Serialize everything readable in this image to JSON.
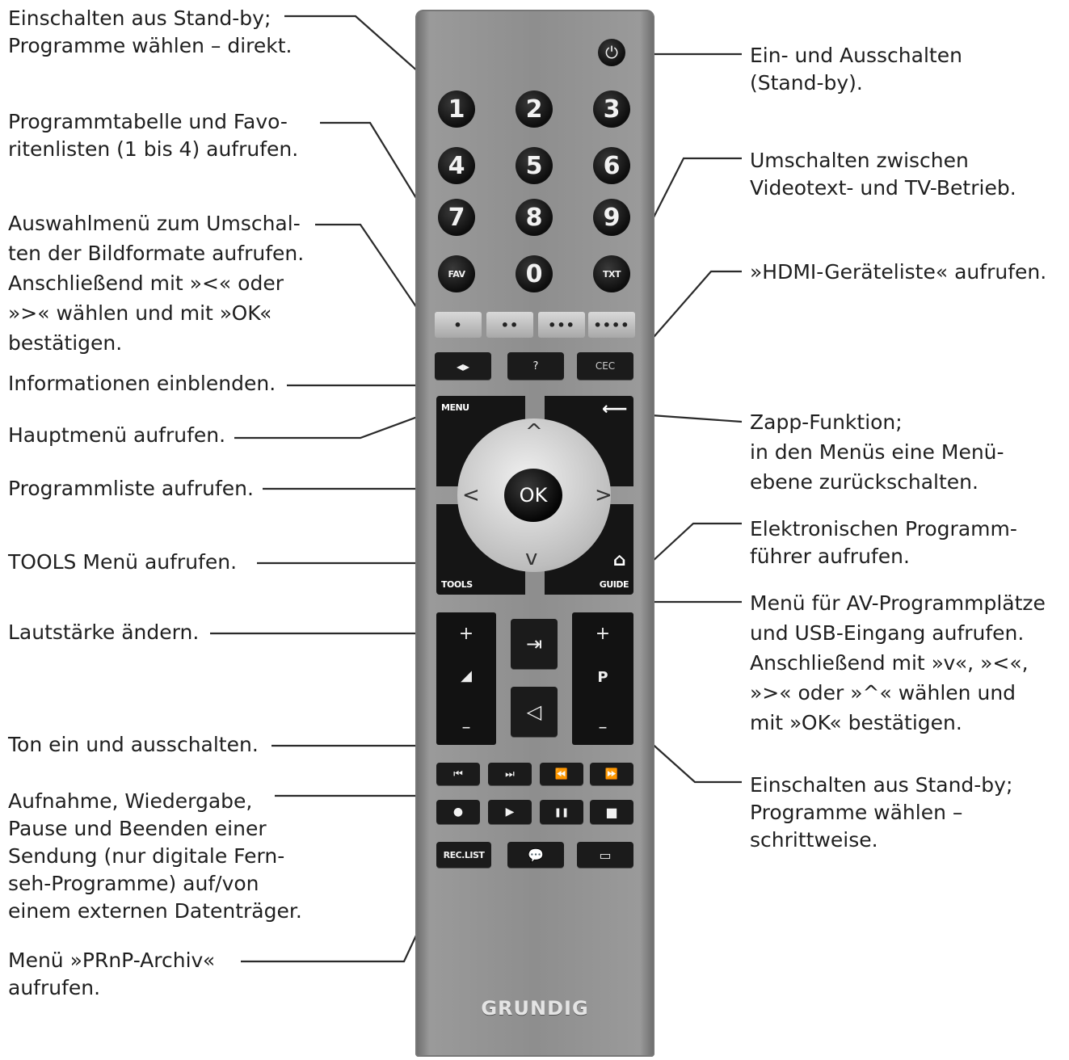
{
  "callouts_left": {
    "standby_direct": "Einschalten aus Stand-by;\nProgramme wählen – direkt.",
    "fav": "Programmtabelle  und  Favo-\nritenlisten (1 bis 4) aufrufen.",
    "format": "Auswahlmenü zum Umschal-\nten der Bildformate aufrufen.\nAnschließend mit »<« oder\n»>« wählen und mit »OK«\nbestätigen.",
    "info": "Informationen einblenden.",
    "menu": "Hauptmenü aufrufen.",
    "proglist": "Programmliste aufrufen.",
    "tools": "TOOLS Menü aufrufen.",
    "volume": "Lautstärke ändern.",
    "mute": "Ton ein und ausschalten.",
    "record": "Aufnahme, Wiedergabe,\nPause und Beenden einer\nSendung (nur digitale Fern-\nseh-Programme) auf/von\neinem externen Datenträger.",
    "archive": "Menü »PRnP-Archiv«\naufrufen."
  },
  "callouts_right": {
    "power": "Ein- und Ausschalten\n(Stand-by).",
    "txt": "Umschalten zwischen\nVideotext- und TV-Betrieb.",
    "hdmi": "»HDMI-Geräteliste« aufrufen.",
    "back": " Zapp-Funktion;\nin den Menüs eine Menü-\nebene zurückschalten.",
    "epg": "Elektronischen Programm-\nführer aufrufen.",
    "av": " Menü für AV-Programmplätze\nund USB-Eingang aufrufen.\nAnschließend mit »v«, »<«,\n»>« oder »^« wählen und\nmit »OK« bestätigen.",
    "prog_step": "Einschalten aus Stand-by;\nProgramme wählen –\nschrittweise."
  },
  "remote": {
    "numbers": [
      "1",
      "2",
      "3",
      "4",
      "5",
      "6",
      "7",
      "8",
      "9",
      "0"
    ],
    "fav_label": "FAV",
    "txt_label": "TXT",
    "color_keys": [
      "•",
      "••",
      "•••",
      "••••"
    ],
    "format_icon": "◂▸",
    "info_label": "?",
    "cec_label": "CEC",
    "menu_label": "MENU",
    "back_icon": "⟵",
    "ok_label": "OK",
    "up": "^",
    "down": "v",
    "left": "<",
    "right": ">",
    "tools_label": "TOOLS",
    "guide_label": "GUIDE",
    "home_icon": "⌂",
    "vol_plus": "+",
    "vol_minus": "–",
    "vol_icon": "◢",
    "source_icon": "⇥",
    "mute_icon": "◁",
    "p_plus": "+",
    "p_label": "P",
    "p_minus": "–",
    "transport_row1": [
      "⏮",
      "⏭",
      "⏪",
      "⏩"
    ],
    "transport_row2": [
      "●",
      "▶",
      "❚❚",
      "■"
    ],
    "reclist_label": "REC.LIST",
    "chat_icon": "💬",
    "subtitle_icon": "▭",
    "power_icon": "⏻",
    "brand": "GRUNDIG"
  }
}
